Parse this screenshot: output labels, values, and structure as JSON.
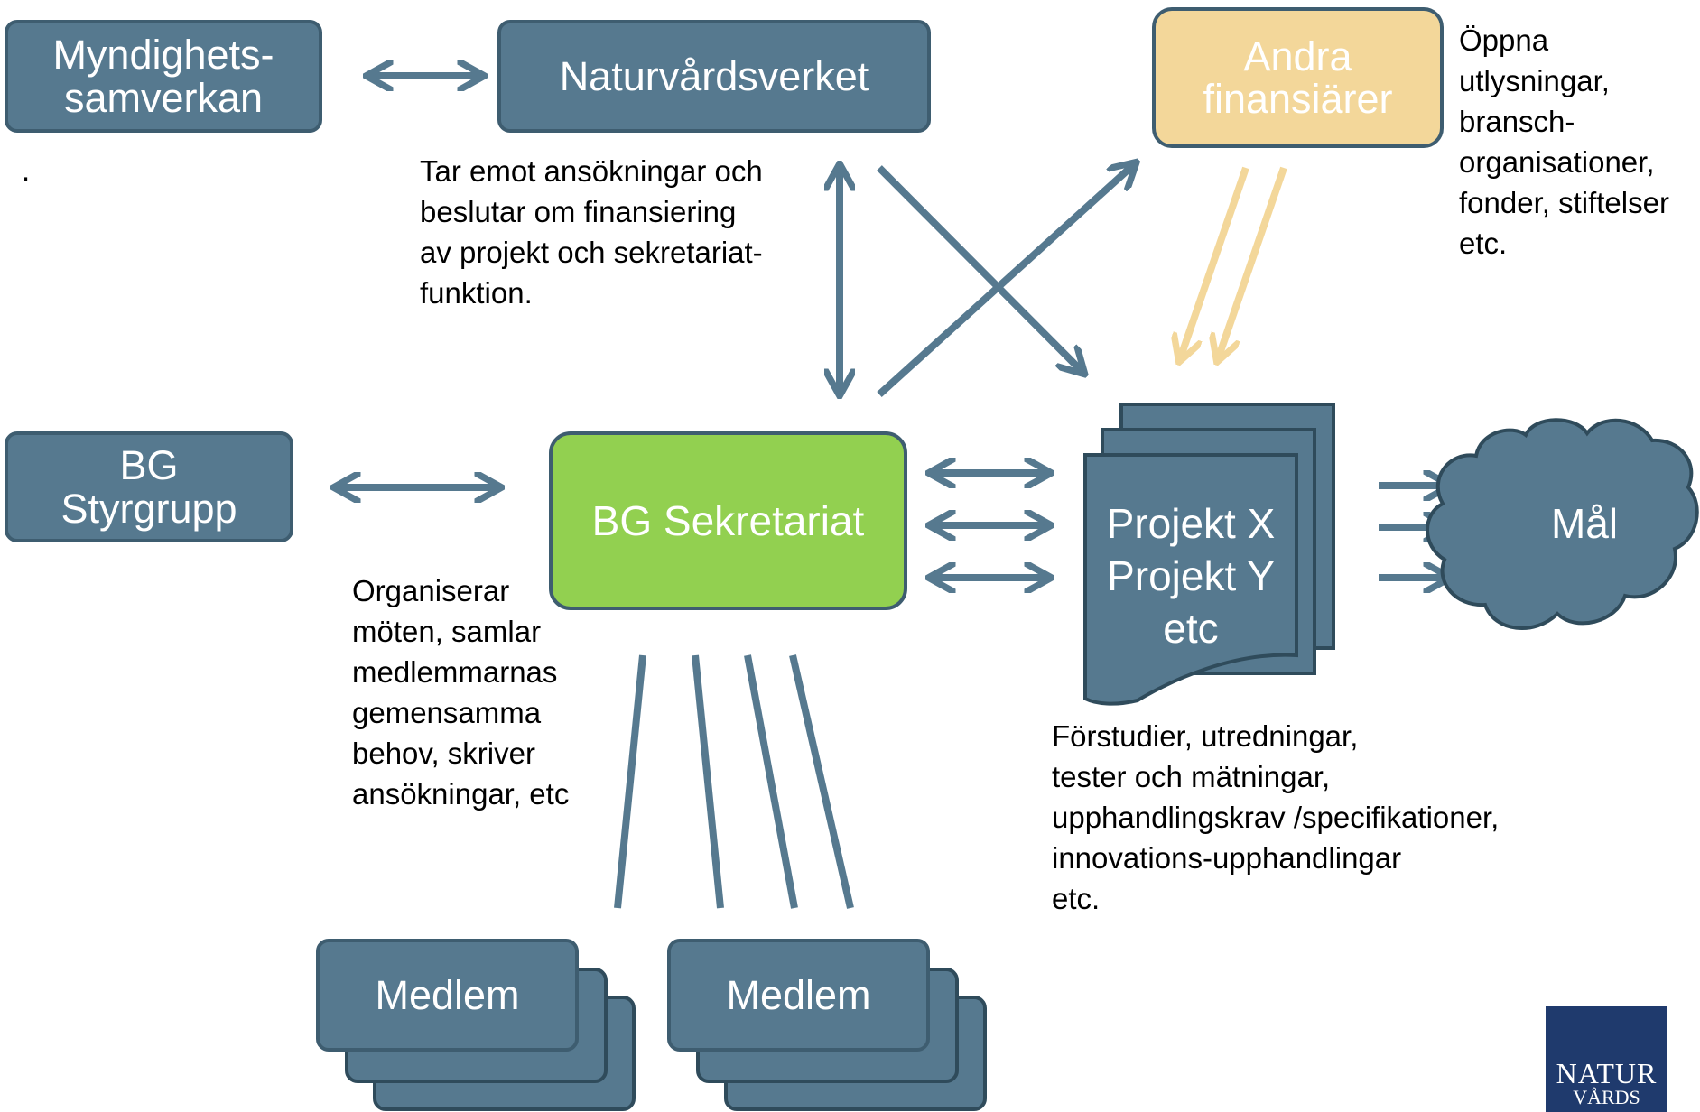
{
  "nodes": {
    "myndighet": "Myndighets-\nsamverkan",
    "naturvard": "Naturvårdsverket",
    "andra": "Andra\nfinansiärer",
    "styrgrupp": "BG\nStyrgrupp",
    "sekretariat": "BG Sekretariat",
    "projekt": "Projekt X\nProjekt Y\netc",
    "mal": "Mål",
    "medlem_left": "Medlem",
    "medlem_right": "Medlem"
  },
  "notes": {
    "dot": ".",
    "naturvard_desc": "Tar emot ansökningar och\nbeslutar om finansiering\nav projekt och sekretariat-\nfunktion.",
    "andra_desc": "Öppna\nutlysningar,\nbransch-\norganisationer,\nfonder, stiftelser\netc.",
    "sekretariat_desc": "Organiserar\nmöten, samlar\nmedlemmarnas\ngemensamma\nbehov, skriver\nansökningar, etc",
    "projekt_desc": "Förstudier, utredningar,\ntester och mätningar,\nupphandlingskrav /specifikationer,\ninnovations-upphandlingar\netc."
  },
  "logo": {
    "line1": "NATUR",
    "line2": "VÅRDS"
  },
  "colors": {
    "node_fill": "#56798f",
    "node_border": "#3e5d70",
    "sekretariat_fill": "#92d050",
    "andra_fill": "#f3d79a",
    "arrow": "#56798f",
    "arrow_light": "#f3d79a",
    "logo_bg": "#1f3a6d"
  }
}
